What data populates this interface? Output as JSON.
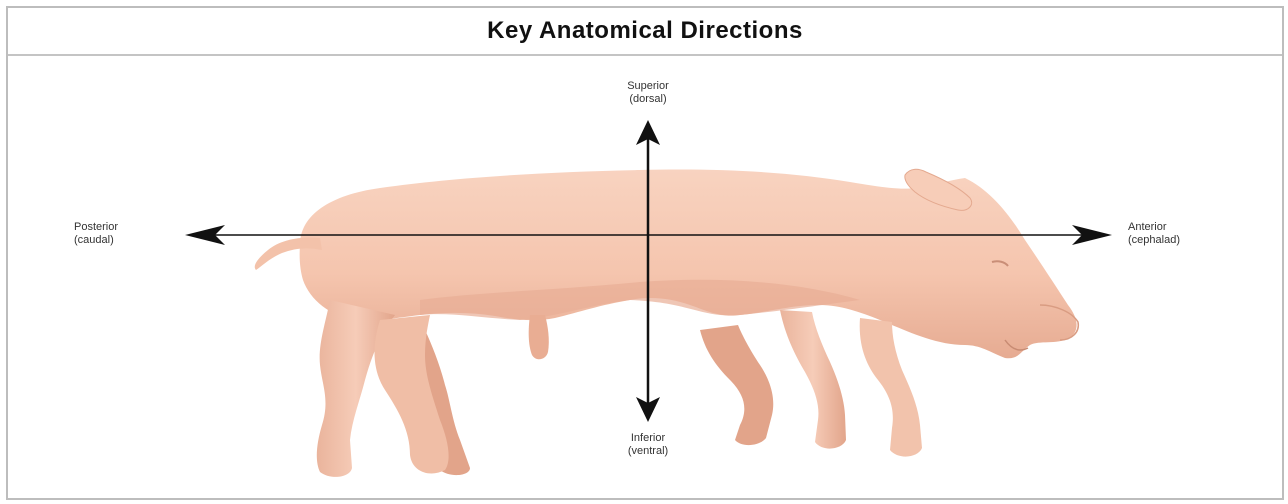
{
  "title": "Key Anatomical Directions",
  "directions": {
    "superior": {
      "term": "Superior",
      "alt": "(dorsal)"
    },
    "inferior": {
      "term": "Inferior",
      "alt": "(ventral)"
    },
    "posterior": {
      "term": "Posterior",
      "alt": "(caudal)"
    },
    "anterior": {
      "term": "Anterior",
      "alt": "(cephalad)"
    }
  },
  "colors": {
    "pig_body": "#f6c9b3",
    "pig_shadow": "#e3a68d",
    "arrow": "#111111"
  },
  "icons": [
    "pig-illustration",
    "arrow-up",
    "arrow-down",
    "arrow-left",
    "arrow-right"
  ]
}
